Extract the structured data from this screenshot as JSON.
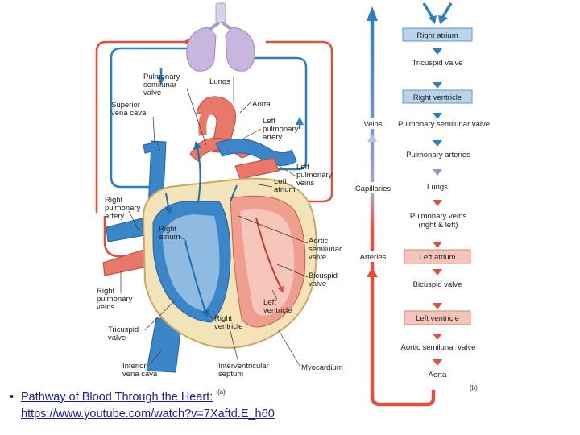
{
  "diagram": {
    "panel_a": {
      "label": "(a)",
      "labels": {
        "pulm_semilunar_1": "Pulmonary",
        "pulm_semilunar_2": "semilunar",
        "pulm_semilunar_3": "valve",
        "lungs": "Lungs",
        "superior_vc_1": "Superior",
        "superior_vc_2": "vena cava",
        "aorta": "Aorta",
        "left_pulm_artery_1": "Left",
        "left_pulm_artery_2": "pulmonary",
        "left_pulm_artery_3": "artery",
        "left_pulm_veins_1": "Left",
        "left_pulm_veins_2": "pulmonary",
        "left_pulm_veins_3": "veins",
        "left_atrium_1": "Left",
        "left_atrium_2": "atrium",
        "right_pulm_artery_1": "Right",
        "right_pulm_artery_2": "pulmonary",
        "right_pulm_artery_3": "artery",
        "right_atrium_1": "Right",
        "right_atrium_2": "atrium",
        "aortic_semilunar_1": "Aortic",
        "aortic_semilunar_2": "semilunar",
        "aortic_semilunar_3": "valve",
        "bicuspid_1": "Bicuspid",
        "bicuspid_2": "valve",
        "right_pulm_veins_1": "Right",
        "right_pulm_veins_2": "pulmonary",
        "right_pulm_veins_3": "veins",
        "left_ventricle_1": "Left",
        "left_ventricle_2": "ventricle",
        "tricuspid_1": "Tricuspid",
        "tricuspid_2": "valve",
        "right_ventricle_1": "Right",
        "right_ventricle_2": "ventricle",
        "inferior_vc_1": "Inferior",
        "inferior_vc_2": "vena cava",
        "interventricular_1": "Interventricular",
        "interventricular_2": "septum",
        "myocardium": "Myocardium"
      }
    },
    "panel_b": {
      "label": "(b)",
      "side_labels": {
        "veins": "Veins",
        "capillaries": "Capillaries",
        "arteries": "Arteries"
      },
      "steps": [
        "Right atrium",
        "Tricuspid valve",
        "Right ventricle",
        "Pulmonary semilunar valve",
        "Pulmonary arteries",
        "Lungs",
        "Pulmonary veins",
        "(right & left)",
        "Left atrium",
        "Bicuspid valve",
        "Left ventricle",
        "Aortic semilunar valve",
        "Aorta"
      ]
    }
  },
  "caption": {
    "bullet": "•",
    "line1": "Pathway of Blood Through the Heart:",
    "line2": "https://www.youtube.com/watch?v=7Xaftd.E_h60"
  },
  "colors": {
    "oxygen_poor": "#3a86c8",
    "oxygen_rich": "#e45a4a",
    "box_blue": "#b8d3ec",
    "box_red": "#f5c4ba",
    "myocardium": "#f3e3b8"
  }
}
